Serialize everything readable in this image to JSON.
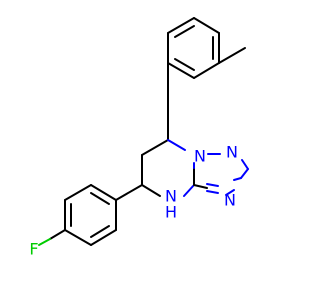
{
  "molecule": {
    "atoms": {
      "n1": {
        "label": "N",
        "color": "#0000ff"
      },
      "n2": {
        "label": "N",
        "color": "#0000ff"
      },
      "n3": {
        "label": "N",
        "color": "#0000ff"
      },
      "nh": {
        "label": "N",
        "color": "#0000ff"
      },
      "h": {
        "label": "H",
        "color": "#0000ff"
      },
      "f": {
        "label": "F",
        "color": "#00cc00"
      }
    }
  }
}
